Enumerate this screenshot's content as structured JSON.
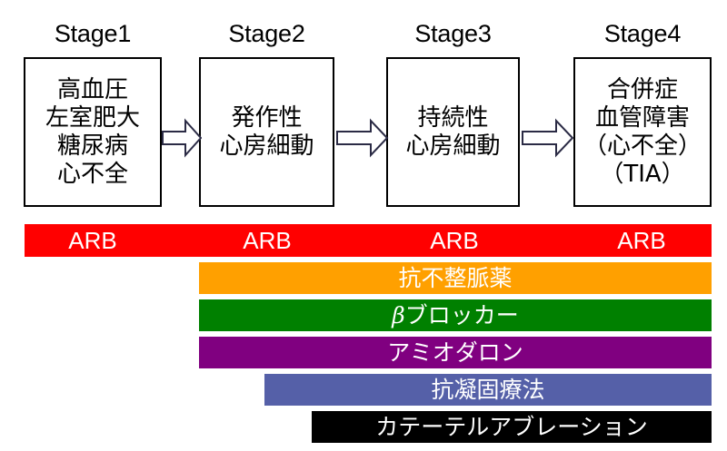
{
  "diagram": {
    "title_row": {
      "stages": [
        {
          "label": "Stage1"
        },
        {
          "label": "Stage2"
        },
        {
          "label": "Stage3"
        },
        {
          "label": "Stage4"
        }
      ]
    },
    "boxes": [
      {
        "stage": "Stage1",
        "lines": [
          "高血圧",
          "左室肥大",
          "糖尿病",
          "心不全"
        ]
      },
      {
        "stage": "Stage2",
        "lines": [
          "発作性",
          "心房細動"
        ]
      },
      {
        "stage": "Stage3",
        "lines": [
          "持続性",
          "心房細動"
        ]
      },
      {
        "stage": "Stage4",
        "lines": [
          "合併症",
          "血管障害",
          "（心不全）",
          "（TIA）"
        ]
      }
    ],
    "arrows": [
      {
        "from": "Stage1",
        "to": "Stage2",
        "glyph": "block-arrow-right"
      },
      {
        "from": "Stage2",
        "to": "Stage3",
        "glyph": "block-arrow-right"
      },
      {
        "from": "Stage3",
        "to": "Stage4",
        "glyph": "block-arrow-right"
      }
    ],
    "therapy_bars": [
      {
        "name": "arb",
        "color": "#FF0000",
        "text_color": "#FFFFFF",
        "repeated_labels": [
          "ARB",
          "ARB",
          "ARB",
          "ARB"
        ],
        "starts_at_stage": "Stage1",
        "label": ""
      },
      {
        "name": "antiarrhythmic",
        "color": "#FFA000",
        "text_color": "#FFFFFF",
        "label": "抗不整脈薬",
        "starts_at_stage": "Stage2"
      },
      {
        "name": "beta-blocker",
        "color": "#008000",
        "text_color": "#FFFFFF",
        "label_beta": "β",
        "label_rest": "ブロッカー",
        "label": "βブロッカー",
        "starts_at_stage": "Stage2"
      },
      {
        "name": "amiodarone",
        "color": "#800080",
        "text_color": "#FFFFFF",
        "label": "アミオダロン",
        "starts_at_stage": "Stage2"
      },
      {
        "name": "anticoagulation",
        "color": "#5560A8",
        "text_color": "#FFFFFF",
        "label": "抗凝固療法",
        "starts_at_stage": "Stage2b"
      },
      {
        "name": "catheter-ablation",
        "color": "#000000",
        "text_color": "#FFFFFF",
        "label": "カテーテルアブレーション",
        "starts_at_stage": "Stage3"
      }
    ]
  }
}
